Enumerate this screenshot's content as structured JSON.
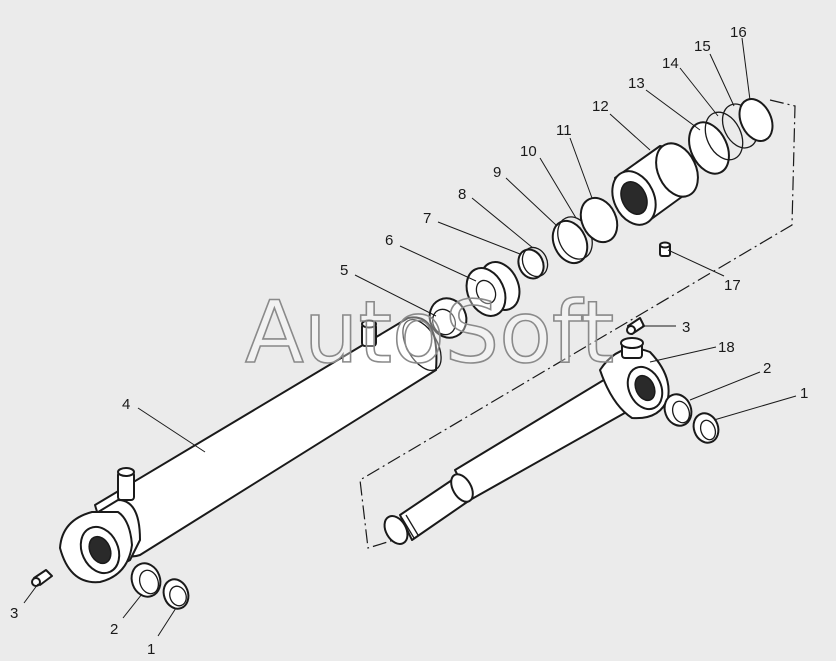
{
  "watermark": "AutoSoft",
  "callouts": {
    "c1a": "1",
    "c2a": "2",
    "c3a": "3",
    "c1b": "1",
    "c2b": "2",
    "c3b": "3",
    "c4": "4",
    "c5": "5",
    "c6": "6",
    "c7": "7",
    "c8": "8",
    "c9": "9",
    "c10": "10",
    "c11": "11",
    "c12": "12",
    "c13": "13",
    "c14": "14",
    "c15": "15",
    "c16": "16",
    "c17": "17",
    "c18": "18"
  },
  "colors": {
    "background": "#ebebeb",
    "line": "#1a1a1a",
    "part_fill": "#ffffff"
  }
}
